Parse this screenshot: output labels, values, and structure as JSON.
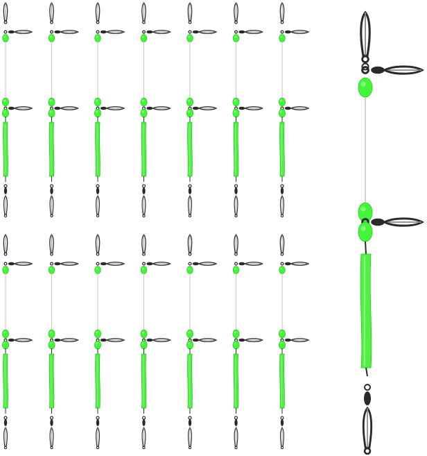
{
  "image": {
    "subject": "Fishing rigs",
    "colors": {
      "background": "#ffffff",
      "bead": "#45f53a",
      "bead_shade": "#1fcf1b",
      "tube": "#52f045",
      "tube_shade": "#22c81d",
      "line": "#c9c9c9",
      "metal": "#2a2a2a",
      "metal_light": "#8a8a8a"
    },
    "grid": {
      "rows": 2,
      "columns": 7
    },
    "components": [
      "snap-swivel",
      "float-bead",
      "leader-line",
      "tube-sleeve",
      "crane-swivel"
    ]
  }
}
